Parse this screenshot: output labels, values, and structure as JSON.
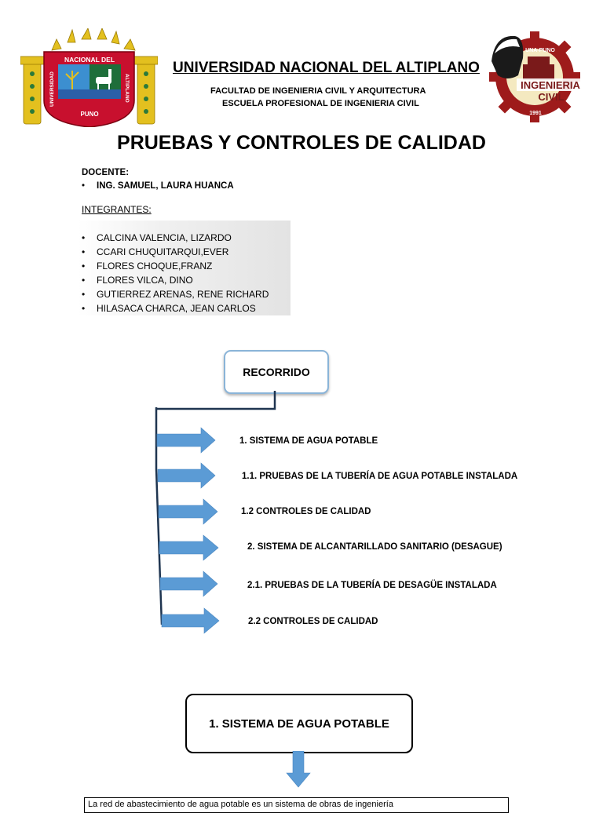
{
  "header": {
    "university": "UNIVERSIDAD NACIONAL DEL ALTIPLANO",
    "faculty": "FACULTAD DE INGENIERIA CIVIL Y ARQUITECTURA",
    "school": "ESCUELA PROFESIONAL DE INGENIERIA CIVIL",
    "logo_left": {
      "top_text": "NACIONAL DEL",
      "left_text": "UNIVERSIDAD",
      "right_text": "ALTIPLANO",
      "bottom_text": "PUNO"
    },
    "logo_right": {
      "top_text": "UNA-PUNO",
      "line1": "INGENIERIA",
      "line2": "CIVIL",
      "year": "1991"
    }
  },
  "title": "PRUEBAS Y CONTROLES DE CALIDAD",
  "docente": {
    "label": "DOCENTE:",
    "bullet": "•",
    "name": "ING. SAMUEL, LAURA HUANCA"
  },
  "integrantes": {
    "label": "INTEGRANTES:",
    "members": [
      "CALCINA VALENCIA, LIZARDO",
      "CCARI CHUQUITARQUI,EVER",
      "FLORES CHOQUE,FRANZ",
      "FLORES VILCA, DINO",
      "GUTIERREZ ARENAS, RENE RICHARD",
      "HILASACA CHARCA, JEAN CARLOS"
    ]
  },
  "diagram": {
    "root": "RECORRIDO",
    "arrow_color": "#5b9bd5",
    "items": [
      "1. SISTEMA DE AGUA POTABLE",
      "1.1. PRUEBAS DE LA TUBERÍA DE AGUA POTABLE INSTALADA",
      "1.2 CONTROLES DE CALIDAD",
      "2. SISTEMA DE ALCANTARILLADO SANITARIO (DESAGUE)",
      "2.1. PRUEBAS DE LA TUBERÍA DE DESAGÜE INSTALADA",
      "2.2 CONTROLES DE CALIDAD"
    ]
  },
  "section": {
    "title": "1. SISTEMA DE AGUA POTABLE",
    "text": "La red de abastecimiento de agua potable es un sistema de obras de ingeniería"
  },
  "colors": {
    "shield_red": "#c8102e",
    "gold": "#e3c01f",
    "gear_red": "#9e1b1b",
    "box_border_blue": "#8ab4d8"
  }
}
